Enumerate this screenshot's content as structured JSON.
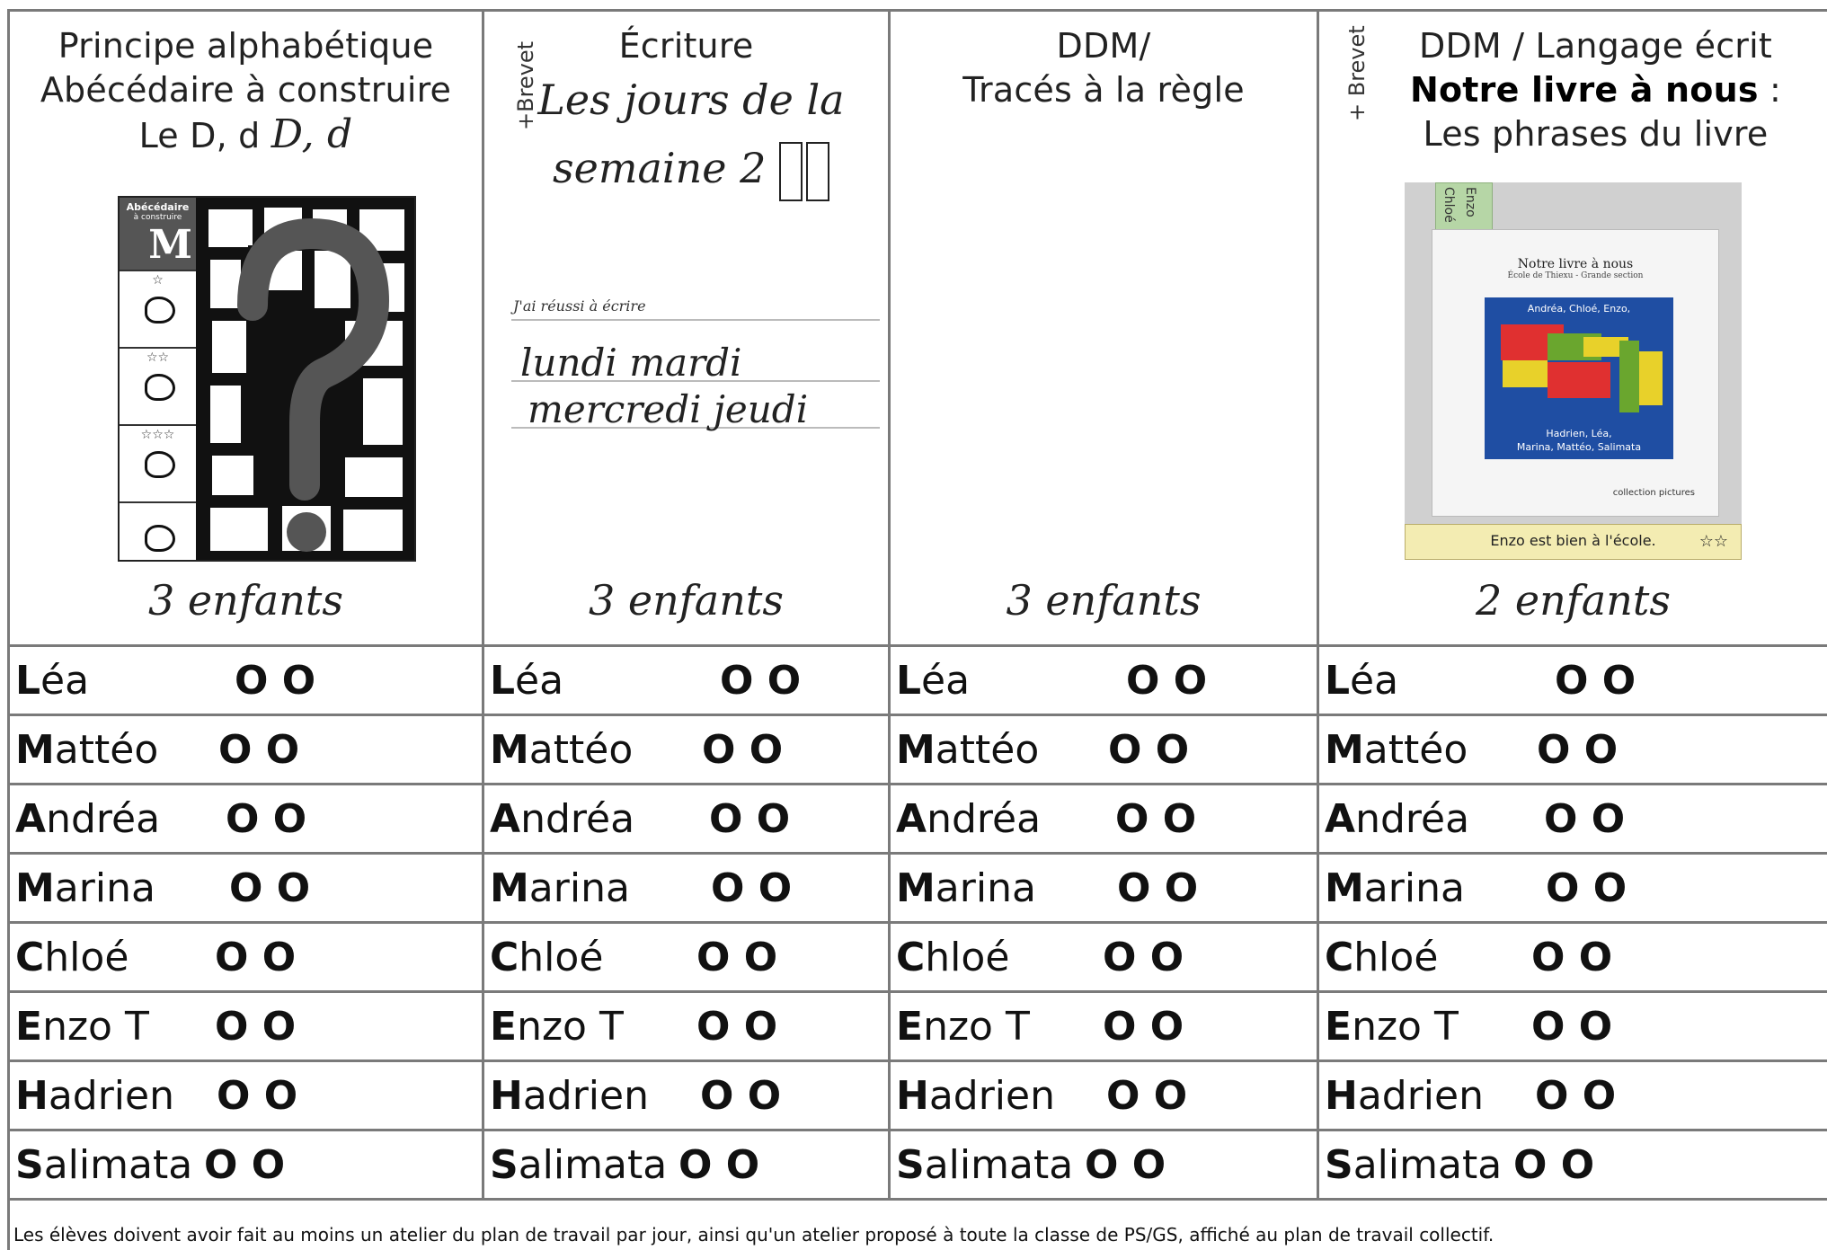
{
  "headers": [
    {
      "lines": [
        "Principe alphabétique",
        "Abécédaire à  construire"
      ],
      "letters_prefix": "Le D, d",
      "letters_script": "D,   d",
      "count": "3 enfants",
      "image": {
        "title": "Abécédaire",
        "subtitle": "à construire",
        "big_letter": "M",
        "stars": [
          "☆",
          "☆☆",
          "☆☆☆"
        ]
      }
    },
    {
      "side_label": "+Brevet",
      "title": "Écriture",
      "script_title": "Les jours de la",
      "script_title2": "semaine  2",
      "sheet_caption": "J'ai réussi à écrire",
      "days_line1": "lundi   mardi",
      "days_line2": "mercredi   jeudi",
      "count": "3 enfants"
    },
    {
      "lines": [
        "DDM/",
        "Tracés à la règle"
      ],
      "count": "3 enfants"
    },
    {
      "side_label": "+ Brevet",
      "lines": [
        "DDM / Langage écrit"
      ],
      "bold_line": "Notre livre à nous",
      "bold_suffix": " :",
      "last_line": "Les phrases du livre",
      "count": "2 enfants",
      "book": {
        "tab1": "Chloé",
        "tab2": "Enzo",
        "title": "Notre livre à nous",
        "subtitle": "École de Thiexu - Grande section",
        "top_names": "Andréa, Chloé, Enzo,",
        "bottom_names_1": "Hadrien, Léa,",
        "bottom_names_2": "Marina, Mattéo, Salimata",
        "logo": "collection pictures",
        "strip_text": "Enzo est bien à l'école.",
        "strip_stars": "☆☆"
      }
    }
  ],
  "students": [
    {
      "initial": "L",
      "rest": "éa"
    },
    {
      "initial": "M",
      "rest": "attéo"
    },
    {
      "initial": "A",
      "rest": "ndréa"
    },
    {
      "initial": "M",
      "rest": "arina"
    },
    {
      "initial": "C",
      "rest": "hloé"
    },
    {
      "initial": "E",
      "rest": "nzo T"
    },
    {
      "initial": "H",
      "rest": "adrien"
    },
    {
      "initial": "S",
      "rest": "alimata"
    }
  ],
  "marks": "O O",
  "footer": "Les élèves doivent avoir fait au moins un atelier du plan de travail par jour, ainsi qu'un atelier proposé à toute la classe de PS/GS, affiché au plan de travail collectif."
}
